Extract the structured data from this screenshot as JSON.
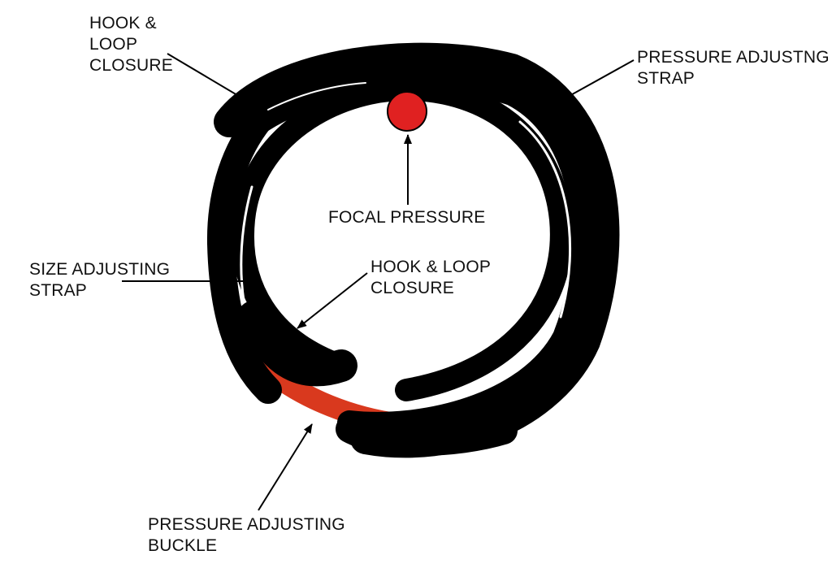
{
  "labels": {
    "hook_loop_top": [
      "HOOK &",
      "LOOP",
      "CLOSURE"
    ],
    "pressure_adjusting_strap": [
      "PRESSURE ADJUSTNG",
      "STRAP"
    ],
    "focal_pressure": [
      "FOCAL PRESSURE"
    ],
    "size_adjusting_strap": [
      "SIZE ADJUSTING",
      "STRAP"
    ],
    "hook_loop_inner": [
      "HOOK & LOOP",
      "CLOSURE"
    ],
    "pressure_adjusting_buckle": [
      "PRESSURE ADJUSTING",
      "BUCKLE"
    ]
  },
  "colors": {
    "strap": "#000000",
    "focal_point": "#e02121",
    "buckle_accent": "#d9391e",
    "arrow": "#000000",
    "background": "#ffffff"
  }
}
